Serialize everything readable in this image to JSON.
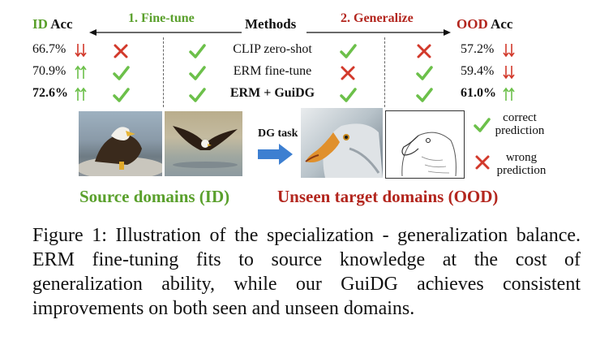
{
  "header": {
    "id_acc_prefix": "ID",
    "id_acc_suffix": "Acc",
    "fine_tune_label": "1. Fine-tune",
    "methods_label": "Methods",
    "generalize_label": "2. Generalize",
    "ood_acc_prefix": "OOD",
    "ood_acc_suffix": "Acc"
  },
  "rows": [
    {
      "id_acc": "66.7%",
      "id_trend": "down",
      "id_marks": [
        "cross",
        "check"
      ],
      "method": "CLIP zero-shot",
      "ood_marks": [
        "check",
        "cross"
      ],
      "ood_acc": "57.2%",
      "ood_trend": "down",
      "bold": false
    },
    {
      "id_acc": "70.9%",
      "id_trend": "up",
      "id_marks": [
        "check",
        "check"
      ],
      "method": "ERM fine-tune",
      "ood_marks": [
        "cross",
        "check"
      ],
      "ood_acc": "59.4%",
      "ood_trend": "down",
      "bold": false
    },
    {
      "id_acc": "72.6%",
      "id_trend": "up",
      "id_marks": [
        "check",
        "check"
      ],
      "method": "ERM + GuiDG",
      "ood_marks": [
        "check",
        "check"
      ],
      "ood_acc": "61.0%",
      "ood_trend": "up",
      "bold": true
    }
  ],
  "dg_task_label": "DG task",
  "legend": {
    "correct": "correct\nprediction",
    "wrong": "wrong\nprediction"
  },
  "source_domains_label": "Source domains (ID)",
  "target_domains_label": "Unseen target domains (OOD)",
  "caption": "Figure 1: Illustration of the specialization - generalization balance. ERM fine-tuning fits to source knowledge at the cost of generalization ability, while our GuiDG achieves consistent improvements on both seen and unseen domains.",
  "colors": {
    "green": "#5aa02c",
    "red": "#b3261e",
    "check": "#6cc04a",
    "cross": "#d2392b",
    "arrow_blue": "#3d7fd1"
  }
}
